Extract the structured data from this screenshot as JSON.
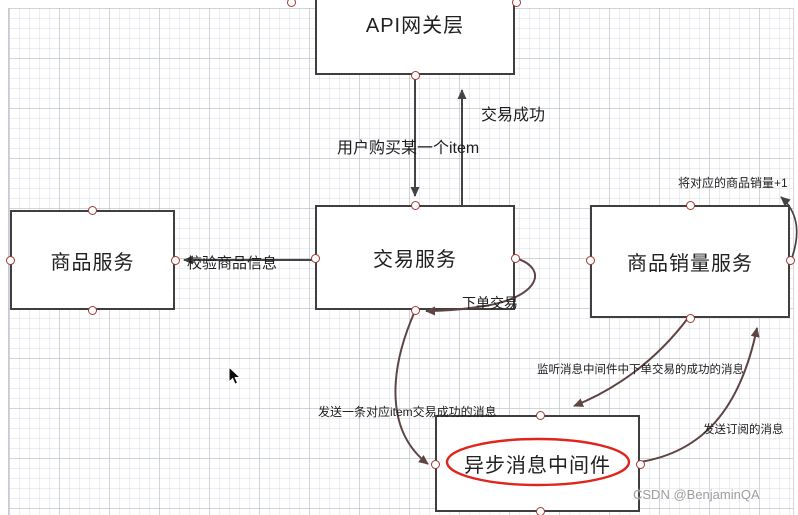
{
  "diagram": {
    "nodes": {
      "api_gateway": {
        "label": "API网关层"
      },
      "product_service": {
        "label": "商品服务"
      },
      "trade_service": {
        "label": "交易服务"
      },
      "product_sales_service": {
        "label": "商品销量服务"
      },
      "async_mq": {
        "label": "异步消息中间件"
      }
    },
    "edge_labels": {
      "trade_success": "交易成功",
      "user_buy_item": "用户购买某一个item",
      "validate_product_info": "校验商品信息",
      "place_order": "下单交易",
      "sales_plus_one": "将对应的商品销量+1",
      "listen_order_success": "监听消息中间件中下单交易的成功的消息",
      "send_item_success": "发送一条对应item交易成功的消息",
      "send_subscribed": "发送订阅的消息"
    },
    "colors": {
      "node_border": "#3f3f3f",
      "straight_connector": "#434343",
      "curved_connector": "#5f4444",
      "connection_point": "#a23835",
      "highlight_ellipse": "#e0261c"
    }
  },
  "watermark": {
    "text": "CSDN @BenjaminQA"
  }
}
